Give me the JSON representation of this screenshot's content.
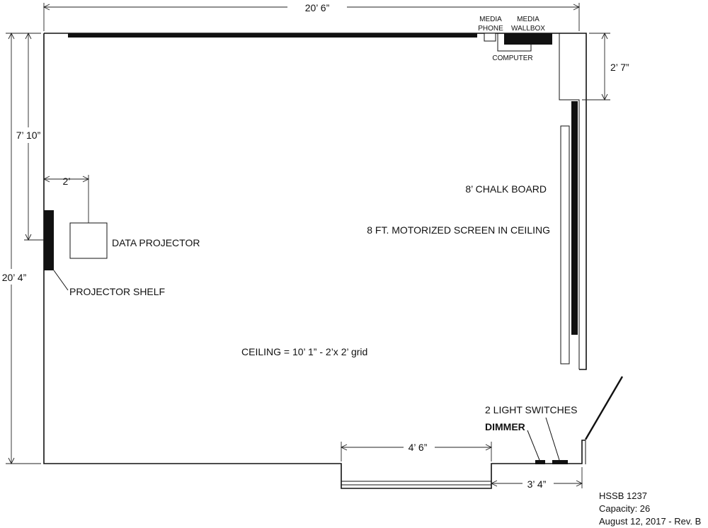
{
  "dimensions": {
    "top_width": "20’ 6”",
    "left_height": "20’ 4”",
    "upper_left": "7’ 10”",
    "shelf_offset": "2’",
    "right_upper": "2’ 7”",
    "door_width": "4’ 6”",
    "door_to_corner": "3’ 4”"
  },
  "labels": {
    "media_phone": [
      "MEDIA",
      "PHONE"
    ],
    "media_wallbox": [
      "MEDIA",
      "WALLBOX"
    ],
    "computer": "COMPUTER",
    "data_projector": "DATA PROJECTOR",
    "projector_shelf": "PROJECTOR SHELF",
    "chalk_board": "8’ CHALK BOARD",
    "motorized_screen": "8 FT. MOTORIZED SCREEN IN CEILING",
    "ceiling": "CEILING = 10’ 1” - 2’x 2’ grid",
    "light_switches": "2 LIGHT SWITCHES",
    "dimmer": "DIMMER"
  },
  "info": {
    "room": "HSSB 1237",
    "capacity": "Capacity: 26",
    "date": "August 12, 2017 - Rev. B"
  }
}
